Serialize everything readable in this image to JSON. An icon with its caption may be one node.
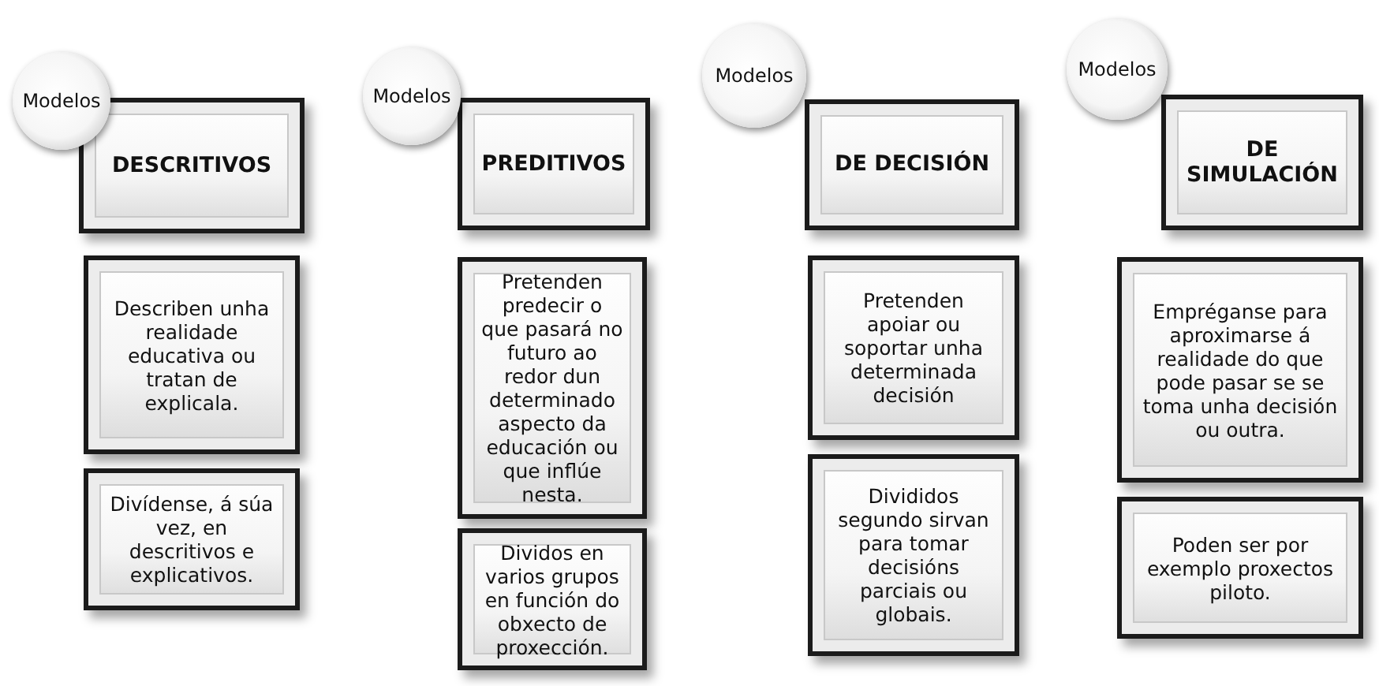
{
  "diagram": {
    "nodes": [
      {
        "text": [
          "Modelos"
        ]
      },
      {
        "text": [
          "DESCRITIVOS"
        ]
      },
      {
        "text": [
          "Describen unha realidade educativa ou tratan de explicala."
        ]
      },
      {
        "text": [
          "Divídense, á súa vez, en descritivos e explicativos."
        ]
      },
      {
        "text": [
          "Modelos"
        ]
      },
      {
        "text": [
          "PREDITIVOS"
        ]
      },
      {
        "text": [
          "Pretenden predecir o que pasará no futuro ao redor dun determinado aspecto da educación ou que inflúe nesta."
        ]
      },
      {
        "text": [
          "Dividos en varios grupos en función do obxecto de proxección."
        ]
      },
      {
        "text": [
          "Modelos"
        ]
      },
      {
        "text": [
          "DE DECISIÓN"
        ]
      },
      {
        "text": [
          "Pretenden apoiar ou soportar unha determinada decisión"
        ]
      },
      {
        "text": [
          "Divididos segundo sirvan para tomar decisións parciais ou globais."
        ]
      },
      {
        "text": [
          "Modelos"
        ]
      },
      {
        "text": [
          "DE SIMULACIÓN"
        ]
      },
      {
        "text": [
          "Empréganse para aproximarse á realidade do que pode pasar se se toma unha decisión ou outra."
        ]
      },
      {
        "text": [
          "Poden ser por exemplo proxectos piloto."
        ]
      }
    ]
  }
}
